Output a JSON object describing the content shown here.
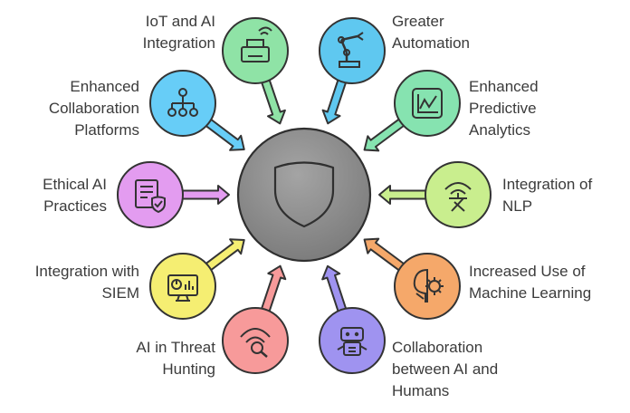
{
  "center": {
    "icon": "shield-icon",
    "color": "#8a8a8a"
  },
  "items": [
    {
      "lines": [
        "IoT and AI",
        "Integration"
      ],
      "icon": "printer-icon",
      "color": "#8fe3a6"
    },
    {
      "lines": [
        "Greater",
        "Automation"
      ],
      "icon": "robot-arm-icon",
      "color": "#5fc8f0"
    },
    {
      "lines": [
        "Enhanced",
        "Predictive",
        "Analytics"
      ],
      "icon": "line-chart-icon",
      "color": "#86e3b0"
    },
    {
      "lines": [
        "Integration of",
        "NLP"
      ],
      "icon": "translate-icon",
      "color": "#c9ee8e"
    },
    {
      "lines": [
        "Increased Use of",
        "Machine Learning"
      ],
      "icon": "head-gear-icon",
      "color": "#f5a86a"
    },
    {
      "lines": [
        "Collaboration",
        "between AI and",
        "Humans"
      ],
      "icon": "robot-icon",
      "color": "#9f93f0"
    },
    {
      "lines": [
        "AI in Threat",
        "Hunting"
      ],
      "icon": "signal-search-icon",
      "color": "#f79a9a"
    },
    {
      "lines": [
        "Integration with",
        "SIEM"
      ],
      "icon": "dashboard-icon",
      "color": "#f5ee72"
    },
    {
      "lines": [
        "Ethical AI",
        "Practices"
      ],
      "icon": "shield-document-icon",
      "color": "#e39cf0"
    },
    {
      "lines": [
        "Enhanced",
        "Collaboration",
        "Platforms"
      ],
      "icon": "hierarchy-icon",
      "color": "#67cdf7"
    }
  ]
}
